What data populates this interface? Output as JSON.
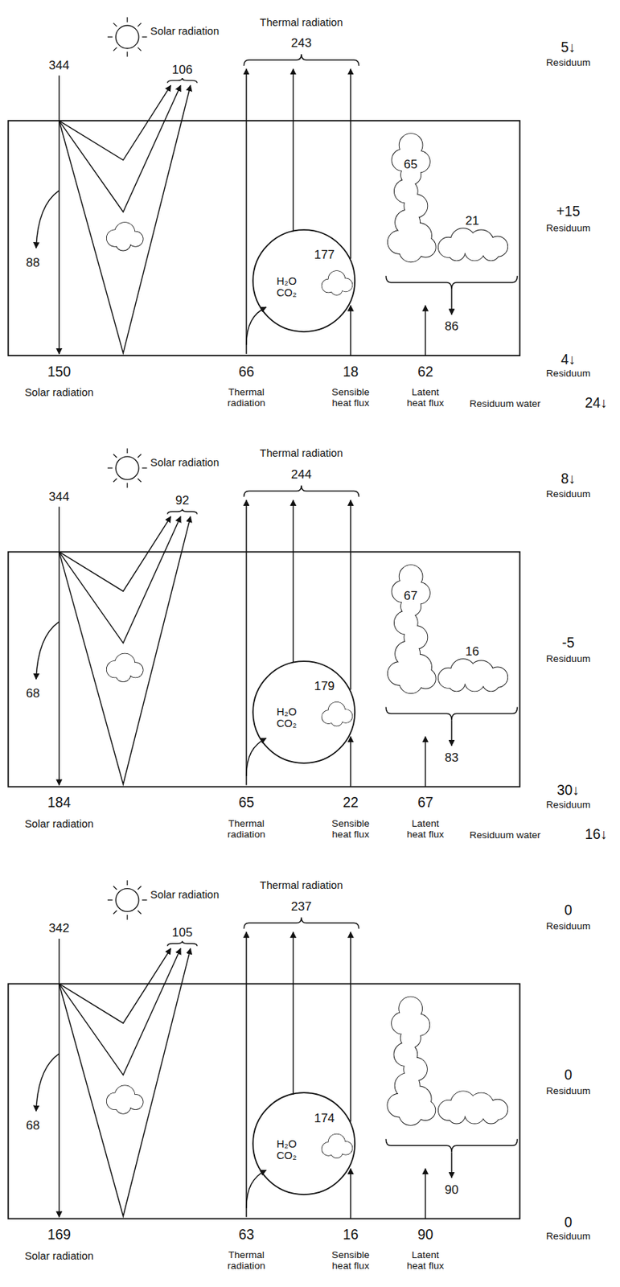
{
  "diagram": {
    "nodes": [
      {
        "text": [
          "177",
          "H₂O CO₂"
        ]
      },
      {
        "text": [
          "65"
        ]
      },
      {
        "text": [
          "21"
        ]
      },
      {
        "text": [
          "179",
          "H₂O CO₂"
        ]
      },
      {
        "text": [
          "67"
        ]
      },
      {
        "text": [
          "16"
        ]
      },
      {
        "text": [
          "174",
          "H₂O CO₂"
        ]
      }
    ],
    "labels": [
      "Solar radiation",
      "344",
      "106",
      "Thermal radiation",
      "243",
      "5↓",
      "Residuum",
      "+15",
      "Residuum",
      "88",
      "86",
      "150",
      "Solar radiation",
      "66",
      "Thermal radiation",
      "18",
      "Sensible heat flux",
      "62",
      "Latent heat flux",
      "4↓",
      "Residuum",
      "Residuum water",
      "24↓",
      "Solar radiation",
      "344",
      "92",
      "Thermal radiation",
      "244",
      "8↓",
      "Residuum",
      "-5",
      "Residuum",
      "68",
      "83",
      "184",
      "Solar radiation",
      "65",
      "Thermal radiation",
      "22",
      "Sensible heat flux",
      "67",
      "Latent heat flux",
      "30↓",
      "Residuum",
      "Residuum water",
      "16↓",
      "Solar radiation",
      "342",
      "105",
      "Thermal radiation",
      "237",
      "0",
      "Residuum",
      "0",
      "Residuum",
      "68",
      "90",
      "169",
      "Solar radiation",
      "63",
      "Thermal radiation",
      "16",
      "Sensible heat flux",
      "90",
      "Latent heat flux",
      "0",
      "Residuum"
    ]
  }
}
